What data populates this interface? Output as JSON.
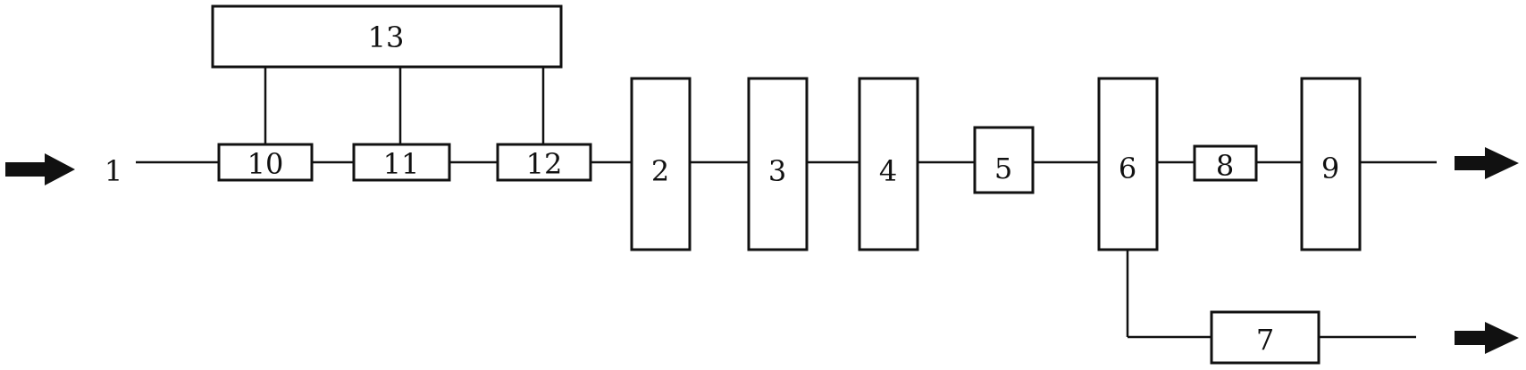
{
  "diagram": {
    "input_label": "1",
    "blocks": {
      "b2": "2",
      "b3": "3",
      "b4": "4",
      "b5": "5",
      "b6": "6",
      "b7": "7",
      "b8": "8",
      "b9": "9",
      "b10": "10",
      "b11": "11",
      "b12": "12",
      "b13": "13"
    }
  },
  "colors": {
    "stroke": "#111111",
    "background": "#ffffff"
  }
}
